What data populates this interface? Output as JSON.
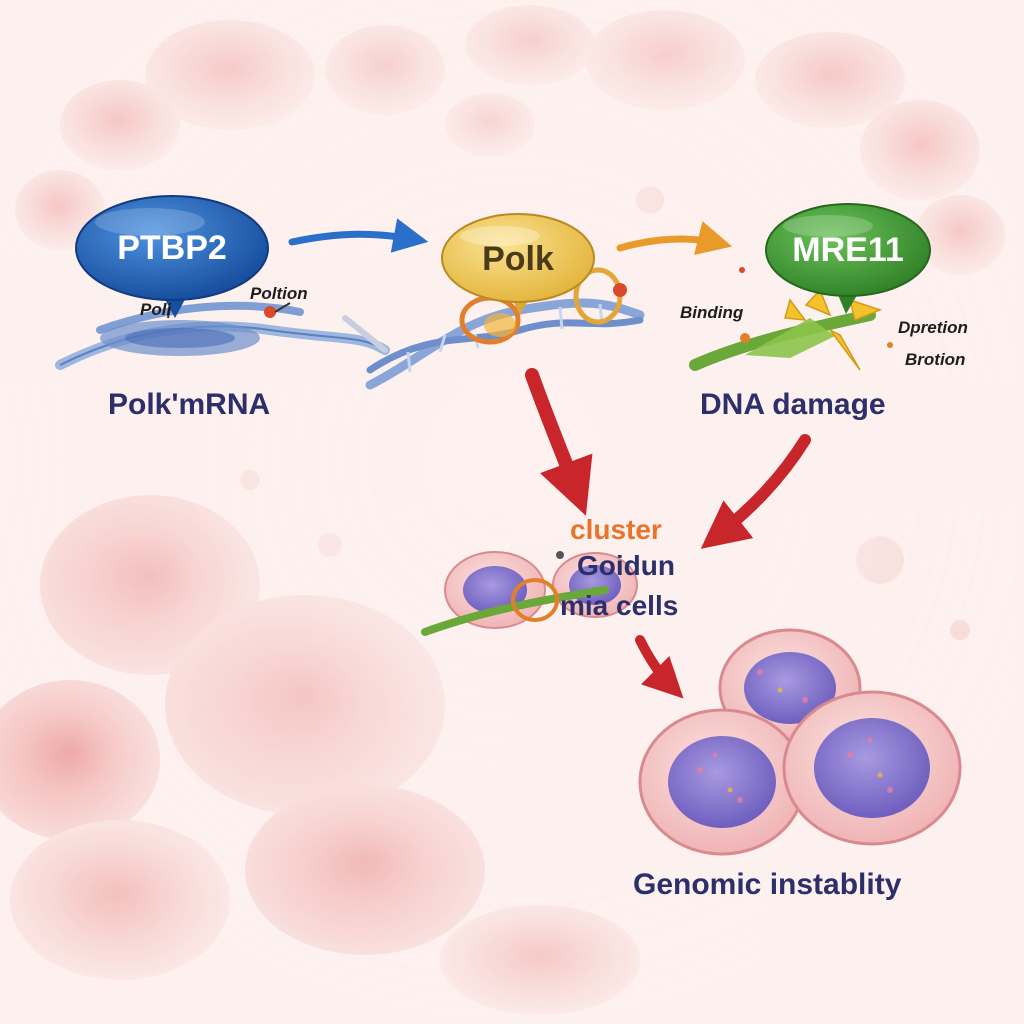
{
  "nodes": {
    "ptbp2": {
      "label": "PTBP2",
      "color": "#1f5fb8"
    },
    "polk": {
      "label": "Polk",
      "color": "#e8c44a"
    },
    "mre11": {
      "label": "MRE11",
      "color": "#3e9a35"
    }
  },
  "captions": {
    "polk_mrna": "Polk'mRNA",
    "dna_damage": "DNA damage",
    "genomic_instability": "Genomic instablity"
  },
  "small_labels": {
    "poli": "Poli",
    "poltion": "Poltion",
    "binding": "Binding",
    "dpretion": "Dpretion",
    "brotion": "Brotion"
  },
  "center_labels": {
    "cluster": "cluster",
    "goidun": "Goidun",
    "mia_cells": "mia cells"
  },
  "colors": {
    "background": "#fdf0ee",
    "arrow_blue": "#2a6fc9",
    "arrow_orange": "#e89a2a",
    "arrow_red": "#c8262b",
    "caption": "#2d2f6b",
    "cluster": "#e8742a"
  }
}
